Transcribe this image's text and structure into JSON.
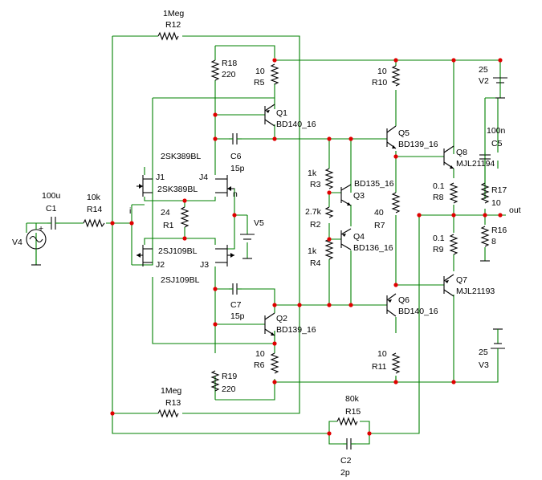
{
  "circuit": {
    "components": [
      {
        "ref": "R12",
        "value": "1Meg"
      },
      {
        "ref": "R18",
        "value": "220"
      },
      {
        "ref": "R5",
        "value": "10"
      },
      {
        "ref": "R10",
        "value": "10"
      },
      {
        "ref": "V2",
        "value": "25"
      },
      {
        "ref": "Q1",
        "value": "BD140_16"
      },
      {
        "ref": "Q5",
        "value": "BD139_16"
      },
      {
        "ref": "C5",
        "value": "100n"
      },
      {
        "ref": "Q8",
        "value": "MJL21194"
      },
      {
        "ref": "C6",
        "value": "15p"
      },
      {
        "ref": "J1",
        "value": "2SK389BL"
      },
      {
        "ref": "J4",
        "value": "2SK389BL"
      },
      {
        "ref": "R3",
        "value": "1k"
      },
      {
        "ref": "Q3",
        "value": "BD135_16"
      },
      {
        "ref": "R8",
        "value": "0.1"
      },
      {
        "ref": "R17",
        "value": "10"
      },
      {
        "ref": "C1",
        "value": "100u"
      },
      {
        "ref": "R14",
        "value": "10k"
      },
      {
        "ref": "R1",
        "value": "24"
      },
      {
        "ref": "V5",
        "value": ""
      },
      {
        "ref": "R2",
        "value": "2.7k"
      },
      {
        "ref": "R7",
        "value": "40"
      },
      {
        "ref": "R16",
        "value": "8"
      },
      {
        "ref": "V4",
        "value": ""
      },
      {
        "ref": "Q4",
        "value": "BD136_16"
      },
      {
        "ref": "R9",
        "value": "0.1"
      },
      {
        "ref": "J2",
        "value": "2SJ109BL"
      },
      {
        "ref": "J3",
        "value": "2SJ109BL"
      },
      {
        "ref": "R4",
        "value": "1k"
      },
      {
        "ref": "Q7",
        "value": "MJL21193"
      },
      {
        "ref": "C7",
        "value": "15p"
      },
      {
        "ref": "Q6",
        "value": "BD140_16"
      },
      {
        "ref": "Q2",
        "value": "BD139_16"
      },
      {
        "ref": "R6",
        "value": "10"
      },
      {
        "ref": "R11",
        "value": "10"
      },
      {
        "ref": "V3",
        "value": "25"
      },
      {
        "ref": "R19",
        "value": "220"
      },
      {
        "ref": "R13",
        "value": "1Meg"
      },
      {
        "ref": "R15",
        "value": "80k"
      },
      {
        "ref": "C2",
        "value": "2p"
      }
    ],
    "net_labels": {
      "output": "out",
      "input_node": "i",
      "feedback_node": "n"
    }
  }
}
